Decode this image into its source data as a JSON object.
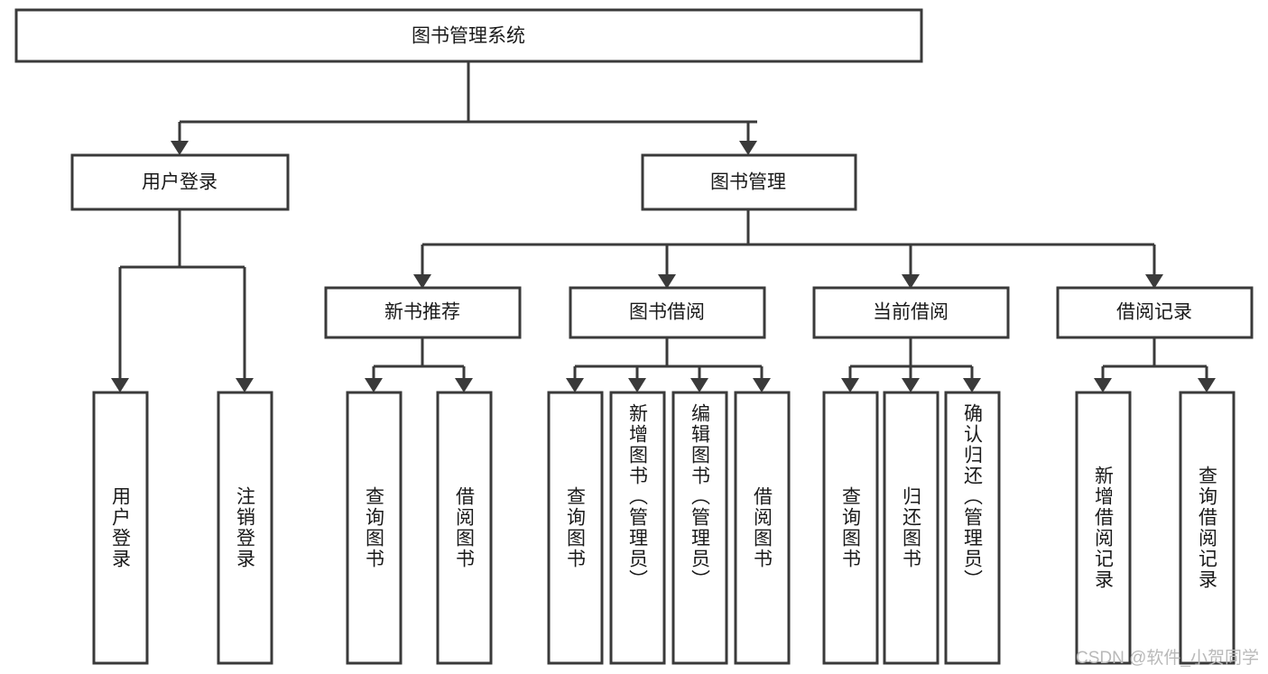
{
  "diagram": {
    "type": "tree-hierarchy",
    "title": "图书管理系统",
    "orientation": "top-down",
    "root": {
      "id": "root",
      "label": "图书管理系统",
      "text_direction": "horizontal"
    },
    "level2": [
      {
        "id": "user-login",
        "label": "用户登录",
        "text_direction": "horizontal"
      },
      {
        "id": "book-manage",
        "label": "图书管理",
        "text_direction": "horizontal"
      }
    ],
    "level3": [
      {
        "id": "new-book-recommend",
        "label": "新书推荐",
        "parent": "book-manage",
        "text_direction": "horizontal"
      },
      {
        "id": "book-borrow",
        "label": "图书借阅",
        "parent": "book-manage",
        "text_direction": "horizontal"
      },
      {
        "id": "current-borrow",
        "label": "当前借阅",
        "parent": "book-manage",
        "text_direction": "horizontal"
      },
      {
        "id": "borrow-record",
        "label": "借阅记录",
        "parent": "book-manage",
        "text_direction": "horizontal"
      }
    ],
    "leaves": [
      {
        "id": "leaf-user-login",
        "label": "用户登录",
        "parent": "user-login",
        "text_direction": "vertical",
        "align": "middle"
      },
      {
        "id": "leaf-logout",
        "label": "注销登录",
        "parent": "user-login",
        "text_direction": "vertical",
        "align": "middle"
      },
      {
        "id": "leaf-query-book-1",
        "label": "查询图书",
        "parent": "new-book-recommend",
        "text_direction": "vertical",
        "align": "middle"
      },
      {
        "id": "leaf-borrow-book-1",
        "label": "借阅图书",
        "parent": "new-book-recommend",
        "text_direction": "vertical",
        "align": "middle"
      },
      {
        "id": "leaf-query-book-2",
        "label": "查询图书",
        "parent": "book-borrow",
        "text_direction": "vertical",
        "align": "middle"
      },
      {
        "id": "leaf-add-book",
        "label": "新增图书（管理员）",
        "parent": "book-borrow",
        "text_direction": "vertical",
        "align": "top"
      },
      {
        "id": "leaf-edit-book",
        "label": "编辑图书（管理员）",
        "parent": "book-borrow",
        "text_direction": "vertical",
        "align": "top"
      },
      {
        "id": "leaf-borrow-book-2",
        "label": "借阅图书",
        "parent": "book-borrow",
        "text_direction": "vertical",
        "align": "middle"
      },
      {
        "id": "leaf-query-book-3",
        "label": "查询图书",
        "parent": "current-borrow",
        "text_direction": "vertical",
        "align": "middle"
      },
      {
        "id": "leaf-return-book",
        "label": "归还图书",
        "parent": "current-borrow",
        "text_direction": "vertical",
        "align": "middle"
      },
      {
        "id": "leaf-confirm-return",
        "label": "确认归还（管理员）",
        "parent": "current-borrow",
        "text_direction": "vertical",
        "align": "top"
      },
      {
        "id": "leaf-add-record",
        "label": "新增借阅记录",
        "parent": "borrow-record",
        "text_direction": "vertical",
        "align": "middle"
      },
      {
        "id": "leaf-query-record",
        "label": "查询借阅记录",
        "parent": "borrow-record",
        "text_direction": "vertical",
        "align": "middle"
      }
    ]
  },
  "watermark": {
    "label": "CSDN @软件_小贺同学"
  },
  "colors": {
    "border": "#3a3a3a",
    "box_fill": "#ffffff",
    "text": "#1a1a1a",
    "background": "#ffffff",
    "watermark": "#b9b9b9"
  }
}
